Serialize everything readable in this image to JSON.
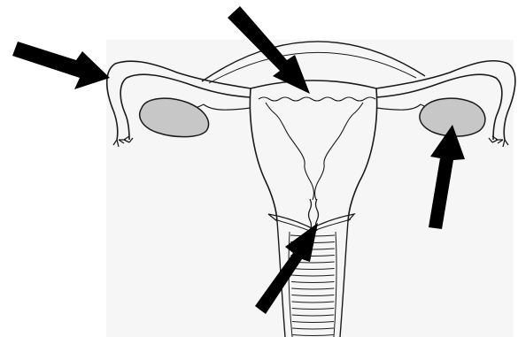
{
  "diagram": {
    "colors": {
      "background": "#ffffff",
      "backdrop": "#f4f4f4",
      "outline": "#1a1a1a",
      "ovary_fill": "#c7c7c7",
      "arrow": "#000000"
    },
    "structures": [
      {
        "id": "uterus",
        "icon": "uterus-outline"
      },
      {
        "id": "left-fallopian-tube",
        "icon": "tube-outline"
      },
      {
        "id": "right-fallopian-tube",
        "icon": "tube-outline"
      },
      {
        "id": "left-ovary",
        "icon": "ovary-shape"
      },
      {
        "id": "right-ovary",
        "icon": "ovary-shape"
      },
      {
        "id": "cervix",
        "icon": "cervix-outline"
      },
      {
        "id": "vagina",
        "icon": "vagina-rugae"
      }
    ],
    "arrows": [
      {
        "id": "arrow-fallopian-tube",
        "points_to": "left-fallopian-tube"
      },
      {
        "id": "arrow-uterus",
        "points_to": "uterus"
      },
      {
        "id": "arrow-ovary",
        "points_to": "right-ovary"
      },
      {
        "id": "arrow-cervix",
        "points_to": "cervix"
      }
    ]
  }
}
